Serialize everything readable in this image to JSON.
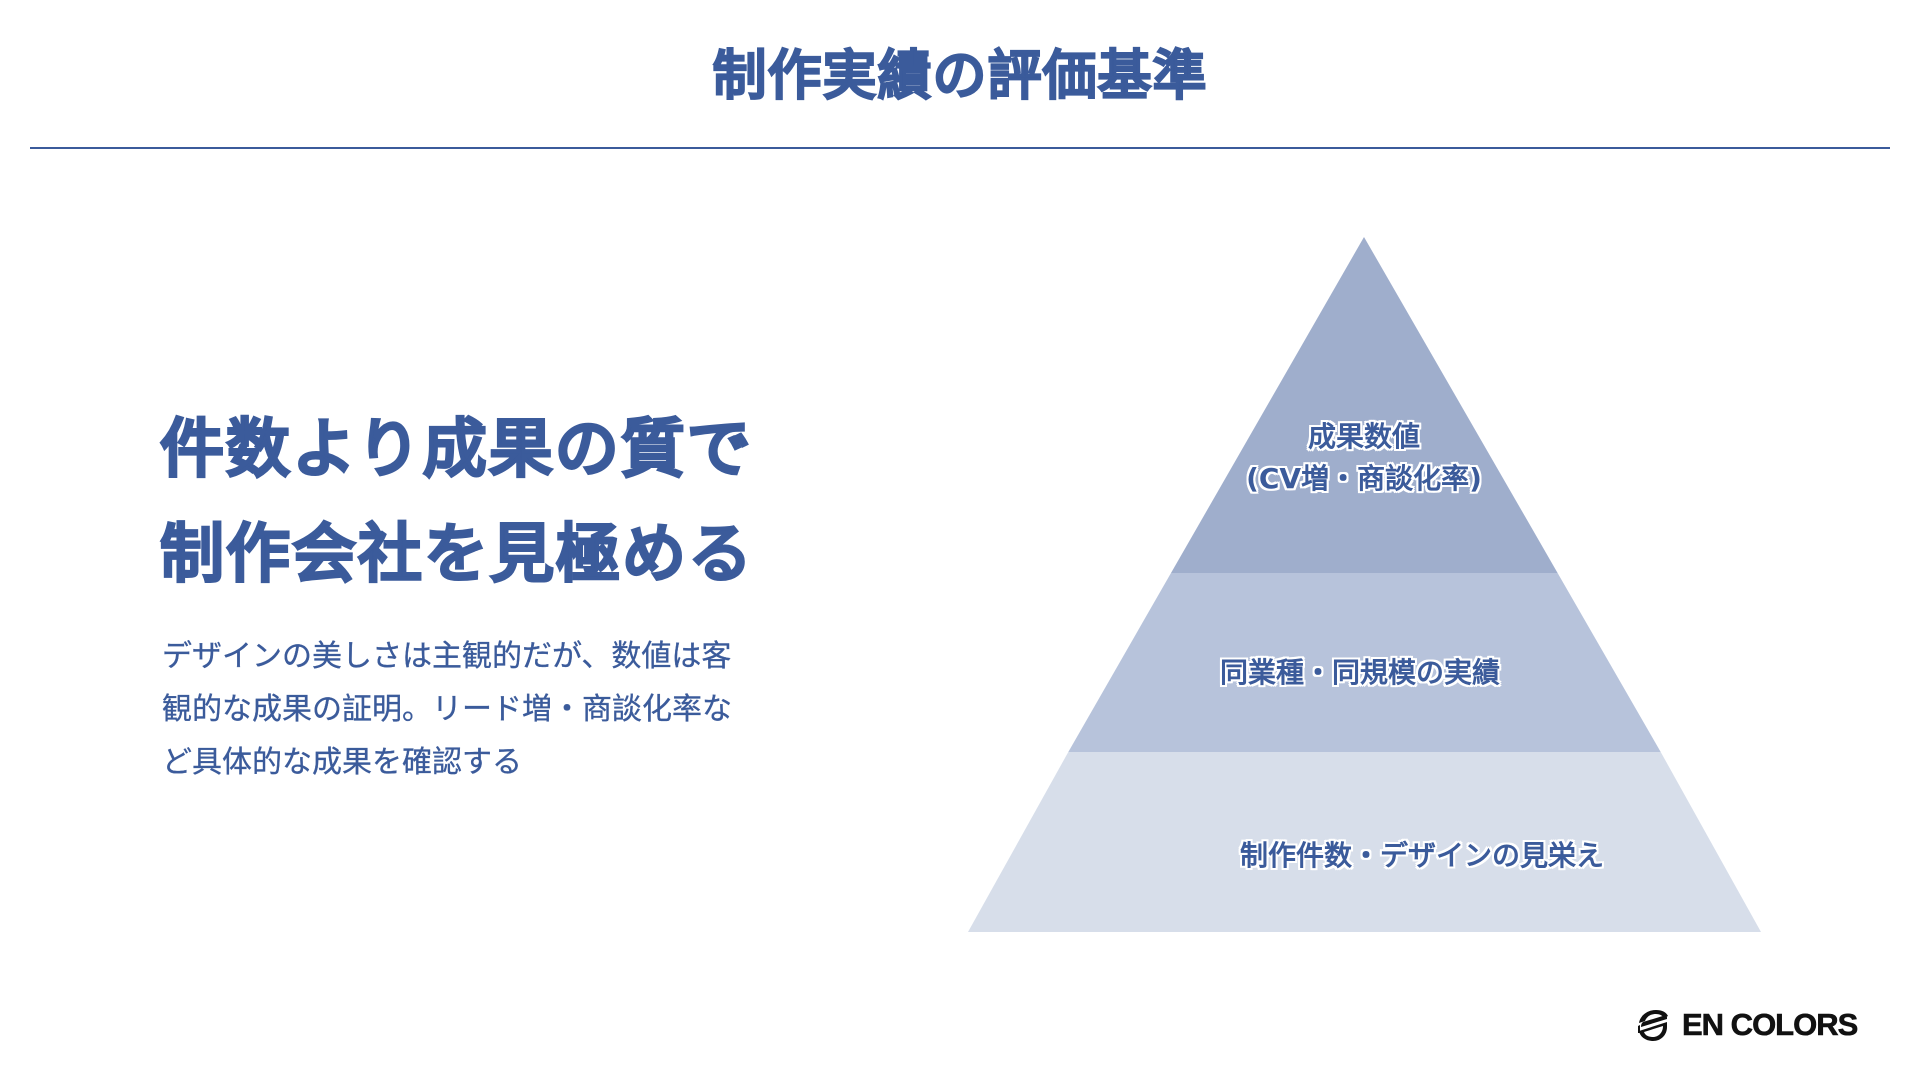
{
  "slide": {
    "title": "制作実績の評価基準"
  },
  "colors": {
    "primary": "#3b5b9b",
    "tier_top": "#9faecc",
    "tier_middle": "#b7c3db",
    "tier_bottom": "#d7deea",
    "logo": "#111111"
  },
  "left": {
    "headline": {
      "line1": "件数より成果の質で",
      "line2": "制作会社を見極める"
    },
    "body": {
      "line1": "デザインの美しさは主観的だが、数値は客",
      "line2": "観的な成果の証明。リード増・商談化率な",
      "line3": "ど具体的な成果を確認する"
    }
  },
  "pyramid": {
    "tiers": [
      {
        "level": "top",
        "line1": "成果数値",
        "line2": "(CV増・商談化率)"
      },
      {
        "level": "middle",
        "line1": "同業種・同規模の実績"
      },
      {
        "level": "bottom",
        "line1": "制作件数・デザインの見栄え"
      }
    ]
  },
  "footer": {
    "logo_text": "EN COLORS",
    "logo_icon": "en-colors-globe-icon"
  }
}
